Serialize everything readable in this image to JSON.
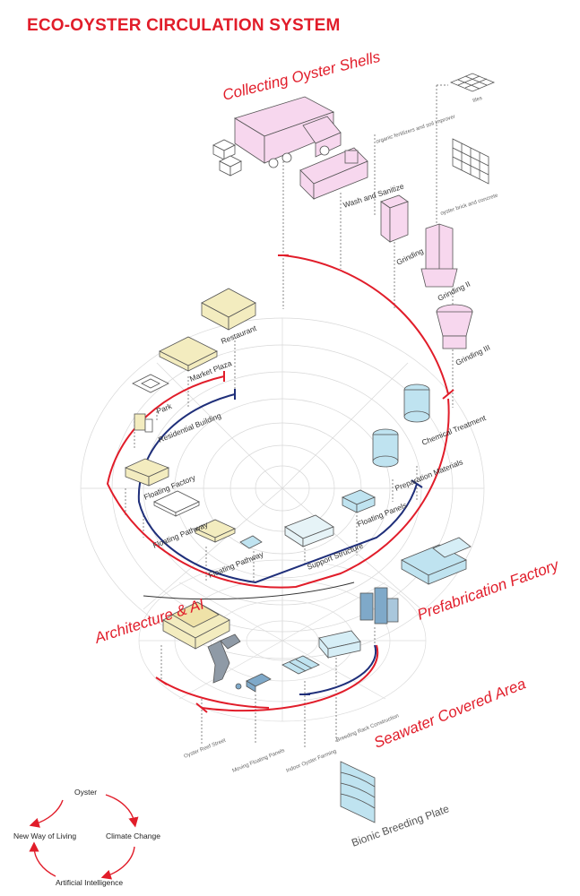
{
  "title": "ECO-OYSTER CIRCULATION SYSTEM",
  "sections": {
    "collecting": "Collecting Oyster Shells",
    "architecture": "Architecture & AI",
    "prefabrication": "Prefabrication Factory",
    "seawater": "Seawater Covered Area"
  },
  "labels": {
    "wash": "Wash and Sanitize",
    "grinding1": "Grinding",
    "grinding2": "Grinding II",
    "grinding3": "Grinding III",
    "chemical": "Chemical Treatment",
    "prep": "Preparation Materials",
    "floating_panels": "Floating Panels",
    "support": "Support Structure",
    "floating_pathway1": "Floating Pathway",
    "floating_pathway2": "Floating Pathway",
    "floating_factory": "Floating Factory",
    "residential": "Residential Building",
    "park": "Park",
    "market": "Market Plaza",
    "restaurant": "Restaurant",
    "oyster_reef": "Oyster Reef Street",
    "moving_panels": "Moving Floating Panels",
    "indoor_farming": "Indoor Oyster Farming",
    "breeding_rack": "Breeding Rack Construction",
    "bionic": "Bionic Breeding Plate",
    "fertilizer": "organic fertilizers and soil improver",
    "tiles": "tiles",
    "brick": "oyster brick and concrete"
  },
  "cycle": {
    "oyster": "Oyster",
    "climate": "Climate Change",
    "ai": "Artificial Intelligence",
    "living": "New Way of Living"
  },
  "colors": {
    "accent_red": "#e11d2a",
    "flow_blue": "#1f2f7a",
    "equipment_pink": "#f7d7ee",
    "building_yellow": "#f3ecbf",
    "panel_blue": "#bfe3f0"
  }
}
